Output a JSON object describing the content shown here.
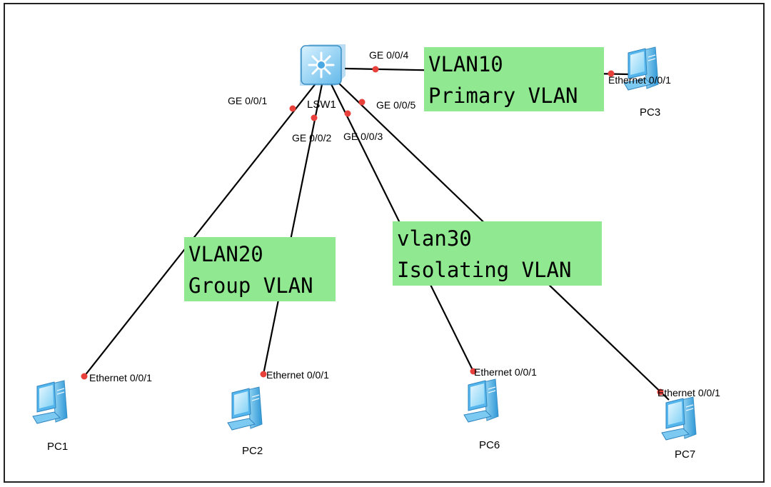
{
  "switch": {
    "label": "LSW1",
    "icon": "switch-icon"
  },
  "pcs": [
    {
      "id": "pc1",
      "label": "PC1",
      "port": "Ethernet 0/0/1",
      "icon": "pc-icon"
    },
    {
      "id": "pc2",
      "label": "PC2",
      "port": "Ethernet 0/0/1",
      "icon": "pc-icon"
    },
    {
      "id": "pc3",
      "label": "PC3",
      "port": "Ethernet 0/0/1",
      "icon": "pc-icon"
    },
    {
      "id": "pc6",
      "label": "PC6",
      "port": "Ethernet 0/0/1",
      "icon": "pc-icon"
    },
    {
      "id": "pc7",
      "label": "PC7",
      "port": "Ethernet 0/0/1",
      "icon": "pc-icon"
    }
  ],
  "switch_ports": {
    "ge1": "GE 0/0/1",
    "ge2": "GE 0/0/2",
    "ge3": "GE 0/0/3",
    "ge4": "GE 0/0/4",
    "ge5": "GE 0/0/5"
  },
  "vlans": {
    "vlan10": {
      "line1": "VLAN10",
      "line2": "Primary VLAN"
    },
    "vlan20": {
      "line1": "VLAN20",
      "line2": "Group VLAN"
    },
    "vlan30": {
      "line1": "vlan30",
      "line2": "Isolating VLAN"
    }
  },
  "colors": {
    "link": "#000000",
    "port_dot": "#e8403a",
    "vlan_box": "#90e890",
    "device": "#4fb7e8"
  }
}
